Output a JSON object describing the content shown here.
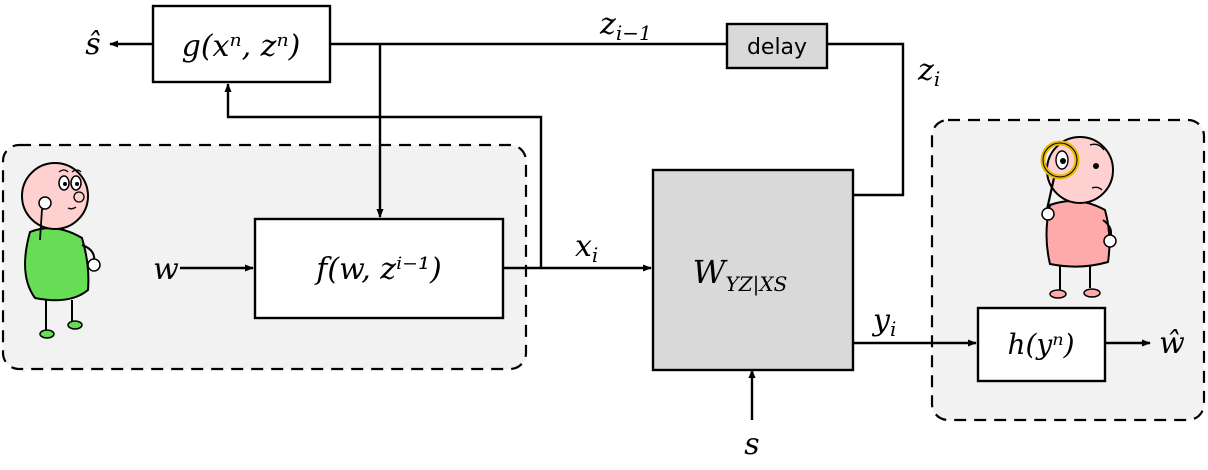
{
  "diagram": {
    "blocks": {
      "estimator": {
        "label": "g(xⁿ, zⁿ)"
      },
      "encoder": {
        "label": "f(w, zⁱ⁻¹)"
      },
      "channel": {
        "label": "W",
        "subscript": "YZ|XS"
      },
      "decoder": {
        "label": "h(yⁿ)"
      },
      "delay": {
        "label": "delay"
      }
    },
    "signals": {
      "s_hat": "ŝ",
      "z_prev": "z",
      "z_prev_sub": "i−1",
      "z_i": "z",
      "z_i_sub": "i",
      "w_in": "w",
      "x_i": "x",
      "x_i_sub": "i",
      "y_i": "y",
      "y_i_sub": "i",
      "w_hat": "ŵ",
      "s_in": "s"
    },
    "colors": {
      "panel_fill": "#f2f2f2",
      "channel_fill": "#d9d9d9",
      "delay_fill": "#d9d9d9",
      "sender_body": "#66dd55",
      "receiver_body": "#ffaaaa",
      "skin": "#ffd0d0",
      "magnifier": "#e6b800"
    }
  }
}
